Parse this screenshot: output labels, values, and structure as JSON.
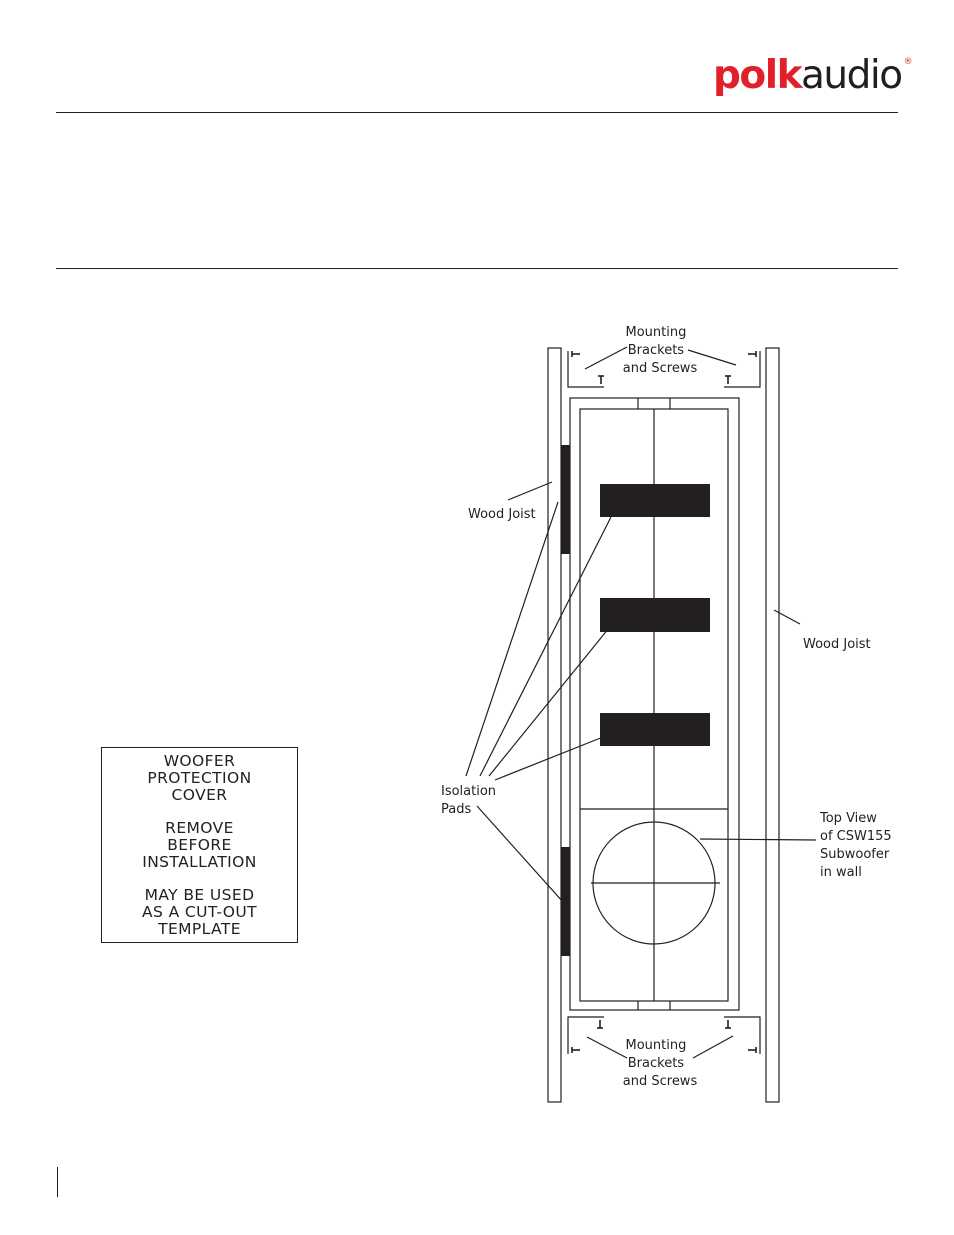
{
  "header": {
    "brand_part1": "polk",
    "brand_part2": "audio",
    "brand_mark": "®"
  },
  "cover": {
    "block1": [
      "WOOFER",
      "PROTECTION",
      "COVER"
    ],
    "block2": [
      "REMOVE",
      "BEFORE",
      "INSTALLATION"
    ],
    "block3": [
      "MAY BE USED",
      "AS A CUT-OUT",
      "TEMPLATE"
    ]
  },
  "diagram": {
    "mounting_top": [
      "Mounting",
      "Brackets",
      "and Screws"
    ],
    "mounting_bottom": [
      "Mounting",
      "Brackets",
      "and Screws"
    ],
    "wood_joist_left": "Wood Joist",
    "wood_joist_right": "Wood Joist",
    "isolation_pads": [
      "Isolation",
      "Pads"
    ],
    "top_view": [
      "Top View",
      "of CSW155",
      "Subwoofer",
      "in wall"
    ]
  }
}
